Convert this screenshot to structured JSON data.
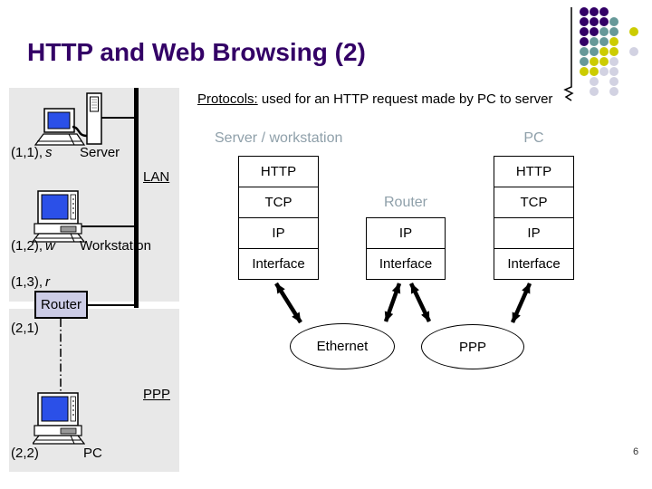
{
  "title": "HTTP and Web Browsing (2)",
  "subtitle": {
    "lead": "Protocols:",
    "rest": " used for an HTTP request made by PC to server"
  },
  "page_number": "6",
  "topology": {
    "lan_label": "LAN",
    "ppp_label": "PPP",
    "router_label": "Router",
    "nodes": [
      {
        "coord": "(1,1),",
        "var": "s",
        "label": "Server"
      },
      {
        "coord": "(1,2),",
        "var": "w",
        "label": "Workstation"
      },
      {
        "coord": "(1,3),",
        "var": "r",
        "label": ""
      },
      {
        "coord": "(2,1)",
        "var": "",
        "label": ""
      },
      {
        "coord": "(2,2)",
        "var": "",
        "label": "PC"
      }
    ]
  },
  "stacks": [
    {
      "header": "Server / workstation",
      "layers": [
        "HTTP",
        "TCP",
        "IP",
        "Interface"
      ]
    },
    {
      "header": "Router",
      "layers": [
        "IP",
        "Interface"
      ]
    },
    {
      "header": "PC",
      "layers": [
        "HTTP",
        "TCP",
        "IP",
        "Interface"
      ]
    }
  ],
  "media": [
    {
      "label": "Ethernet"
    },
    {
      "label": "PPP"
    }
  ],
  "colors": {
    "title_text": "#330066",
    "panel_gray": "#E8E8E8",
    "stack_header_gray": "#8FA0AA",
    "screen_blue": "#2B50E8",
    "router_fill": "#CCCCE6",
    "dot_purple": "#330066",
    "dot_teal": "#669999",
    "dot_olive": "#CCCC00",
    "dot_lavender": "#D2D2E2"
  },
  "decor": {
    "dot_pattern": [
      "PPP...",
      "PPPT..",
      "PPTT.O",
      "PTTO..",
      "TTOO.G",
      "TOOG..",
      "OOGG..",
      ".G.G..",
      ".G.G.."
    ]
  }
}
